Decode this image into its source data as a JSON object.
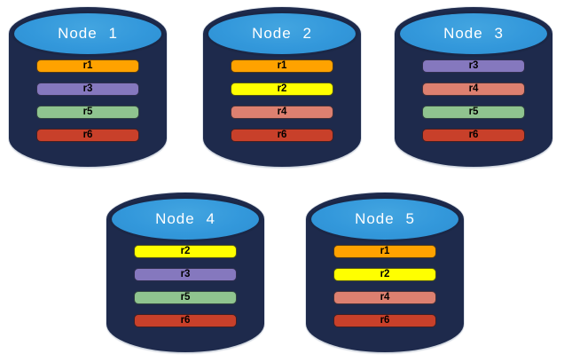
{
  "palette": {
    "cylinder_body": "#1E2A4C",
    "cylinder_top": "#3398DB",
    "node_label_text": "#FFFFFF",
    "bar_label_text": "#000000"
  },
  "colors": {
    "r1": "#FFA200",
    "r2": "#FFFF00",
    "r3": "#8578BE",
    "r4": "#DD8070",
    "r5": "#8FC48F",
    "r6": "#C8402A"
  },
  "nodes": [
    {
      "label": "Node 1",
      "bars": [
        "r1",
        "r3",
        "r5",
        "r6"
      ]
    },
    {
      "label": "Node 2",
      "bars": [
        "r1",
        "r2",
        "r4",
        "r6"
      ]
    },
    {
      "label": "Node 3",
      "bars": [
        "r3",
        "r4",
        "r5",
        "r6"
      ]
    },
    {
      "label": "Node 4",
      "bars": [
        "r2",
        "r3",
        "r5",
        "r6"
      ]
    },
    {
      "label": "Node 5",
      "bars": [
        "r1",
        "r2",
        "r4",
        "r6"
      ]
    }
  ]
}
